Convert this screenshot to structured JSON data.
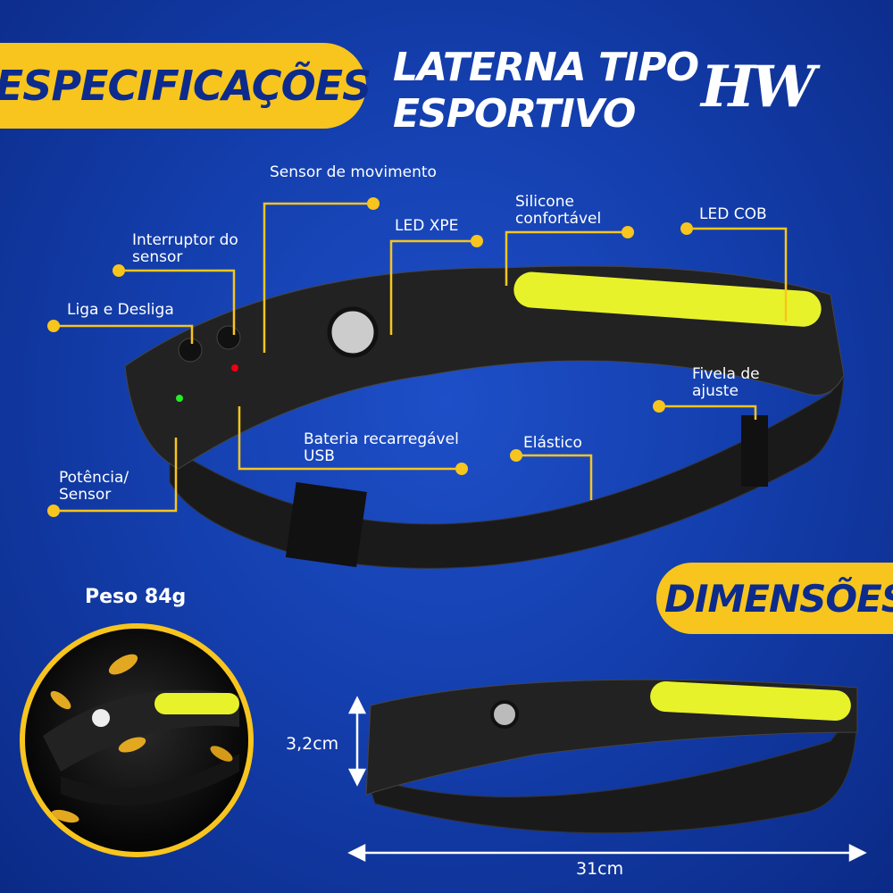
{
  "header": {
    "badge": "ESPECIFICAÇÕES",
    "title_line1": "LATERNA TIPO",
    "title_line2": "ESPORTIVO",
    "logo": "HW"
  },
  "labels": {
    "sensor_movimento": "Sensor de movimento",
    "interruptor": "Interruptor do sensor",
    "liga": "Liga e Desliga",
    "led_xpe": "LED XPE",
    "silicone": "Silicone confortável",
    "led_cob": "LED COB",
    "fivela": "Fivela de ajuste",
    "bateria": "Bateria recarregável USB",
    "elastico": "Elástico",
    "potencia": "Potência/ Sensor"
  },
  "weight": "Peso 84g",
  "dimensions": {
    "badge": "DIMENSÕES",
    "height": "3,2cm",
    "width": "31cm"
  },
  "colors": {
    "accent": "#f7c51e",
    "background": "#143fae",
    "cob": "#e8f22a"
  }
}
